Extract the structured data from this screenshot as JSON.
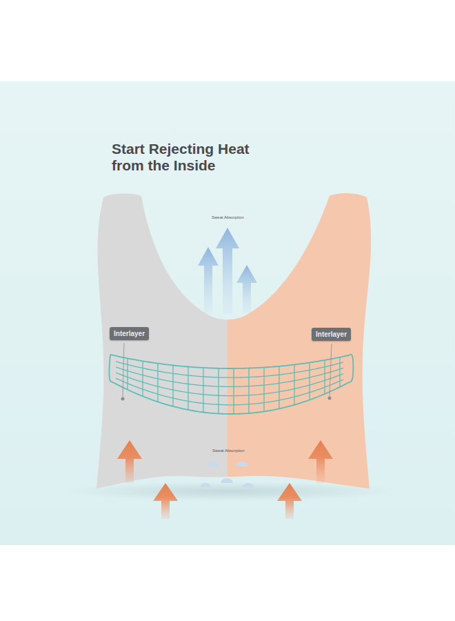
{
  "diagram": {
    "title": "Start Rejecting Heat from the Inside",
    "nodes": [
      {
        "text": [
          "Interlayer"
        ]
      },
      {
        "text": [
          "Interlayer"
        ]
      }
    ],
    "labels": [
      "Sweat Absorption",
      "Sweat Absorption"
    ]
  }
}
